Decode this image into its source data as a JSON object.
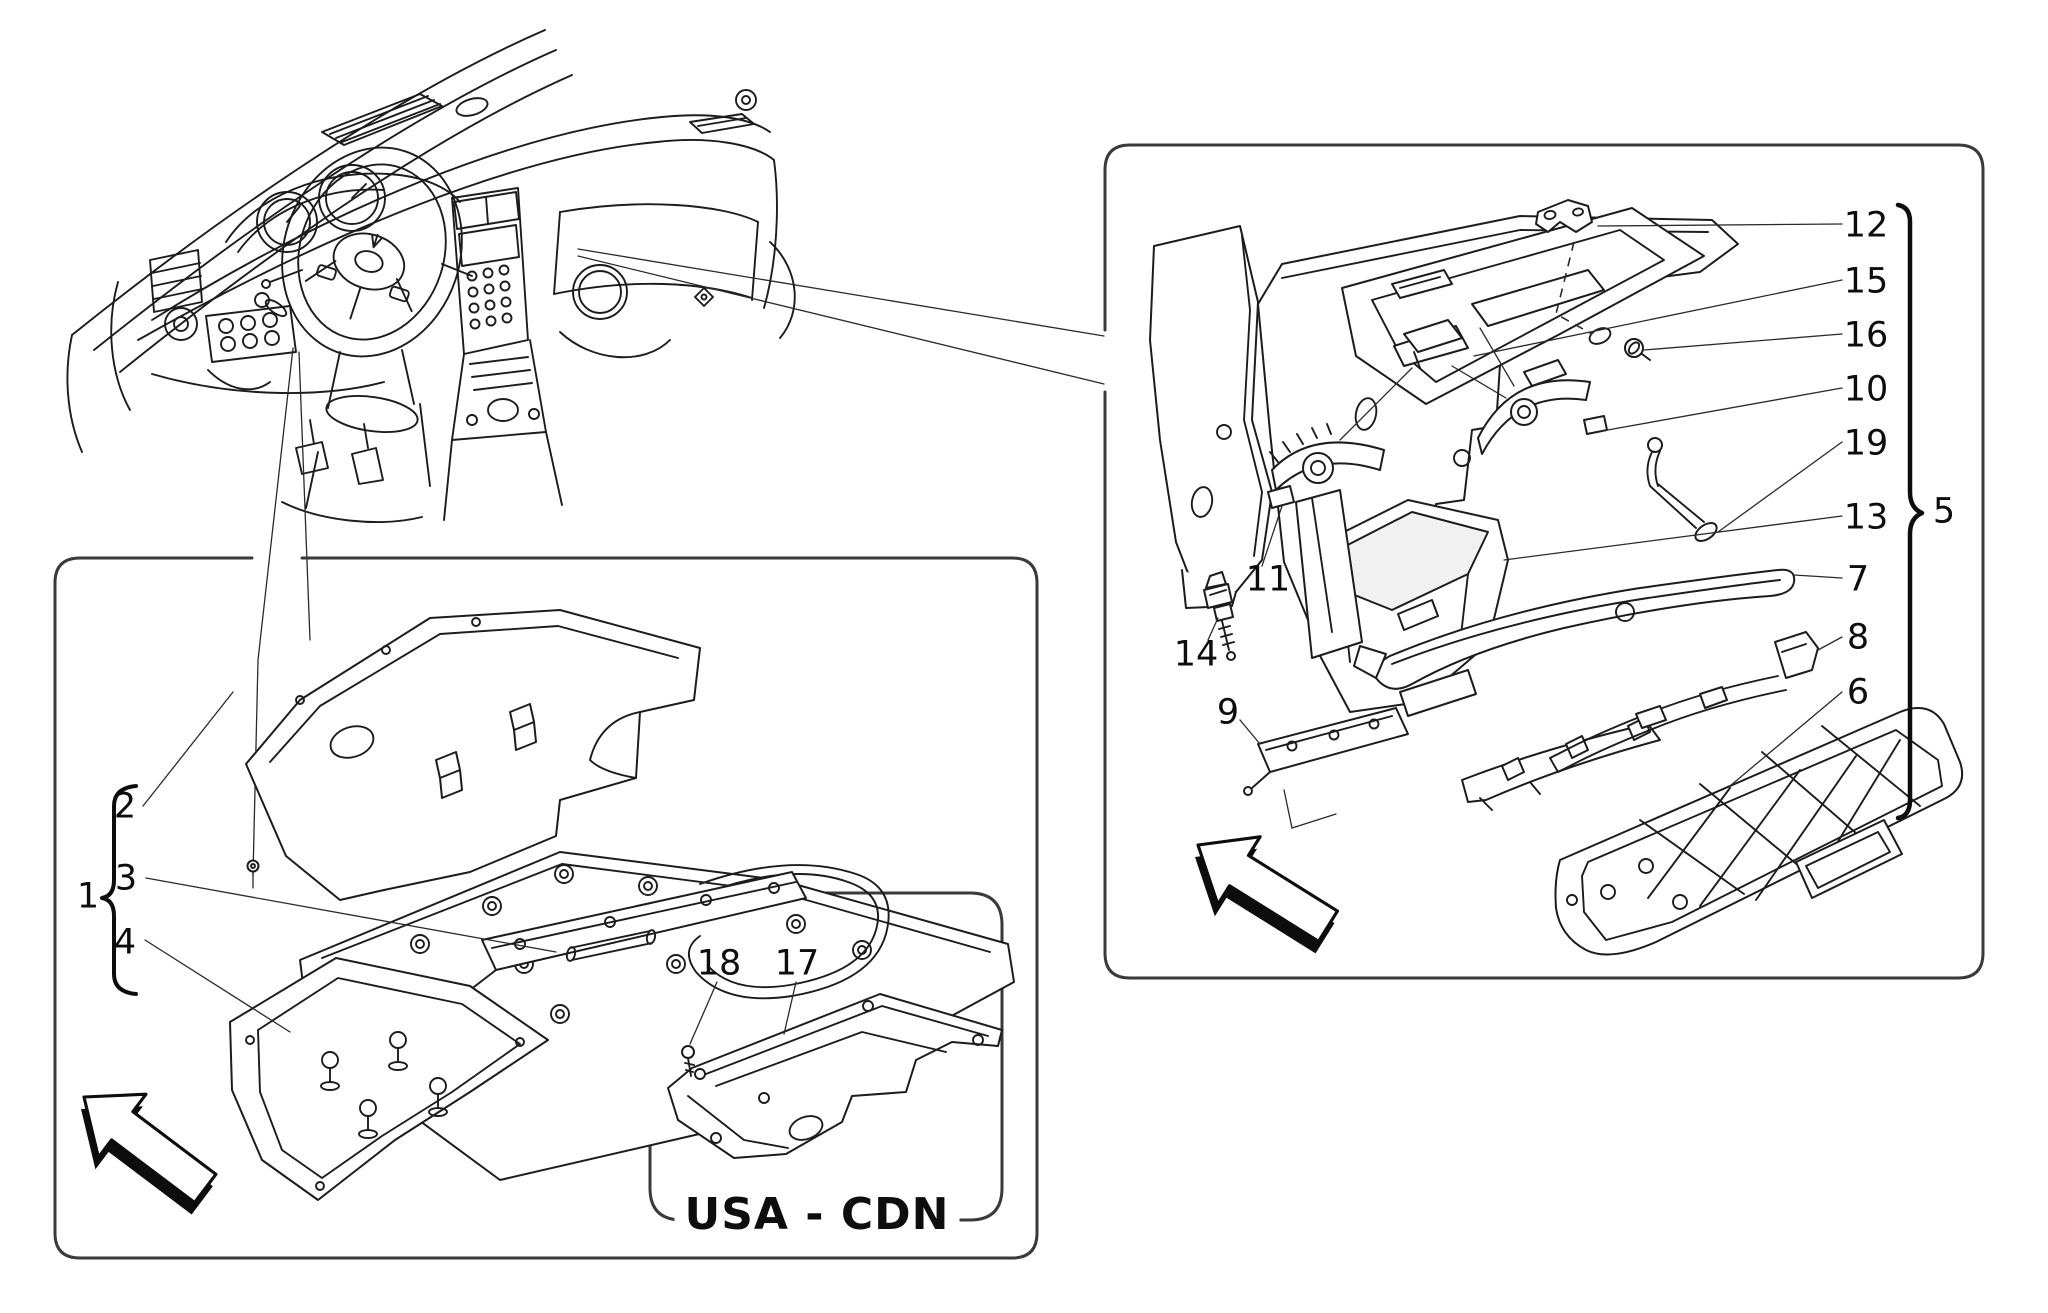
{
  "colors": {
    "background": "#ffffff",
    "line_art": "#1c1c1c",
    "box_border": "#3a3a3a",
    "label_text": "#0d0d0d",
    "arrow_fill": "#ffffff",
    "arrow_shadow": "#0d0d0d"
  },
  "icons": {
    "left_arrow": "outline-arrow-up-left",
    "right_arrow": "outline-arrow-up-left"
  },
  "left_box": {
    "bracket_label": "1",
    "callouts": [
      {
        "label": "2"
      },
      {
        "label": "3"
      },
      {
        "label": "4"
      }
    ]
  },
  "usa_cdn_box": {
    "region_label": "USA - CDN",
    "callouts": [
      {
        "label": "18"
      },
      {
        "label": "17"
      }
    ]
  },
  "right_box": {
    "brace_label": "5",
    "side_callouts": [
      {
        "label": "12"
      },
      {
        "label": "15"
      },
      {
        "label": "16"
      },
      {
        "label": "10"
      },
      {
        "label": "19"
      },
      {
        "label": "13"
      },
      {
        "label": "7"
      },
      {
        "label": "8"
      },
      {
        "label": "6"
      }
    ],
    "inner_callouts": [
      {
        "label": "11"
      },
      {
        "label": "14"
      },
      {
        "label": "9"
      }
    ]
  }
}
